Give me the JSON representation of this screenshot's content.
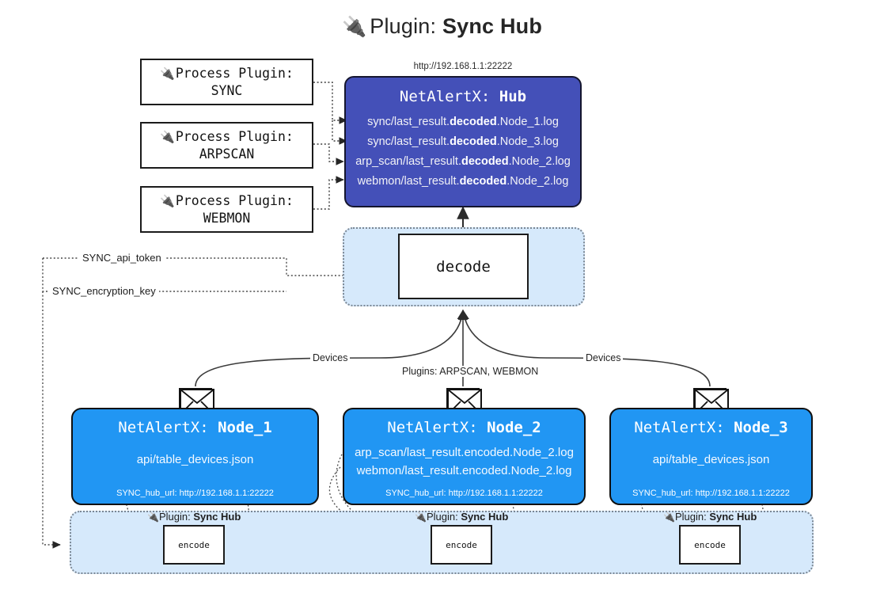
{
  "title": {
    "plug_icon": "plug-icon",
    "plug_glyph": "🔌",
    "prefix": "Plugin: ",
    "name": "Sync Hub"
  },
  "process_plugins": [
    {
      "line1": "Process Plugin:",
      "line2": "SYNC"
    },
    {
      "line1": "Process Plugin:",
      "line2": "ARPSCAN"
    },
    {
      "line1": "Process Plugin:",
      "line2": "WEBMON"
    }
  ],
  "hub": {
    "url": "http://192.168.1.1:22222",
    "prefix": "NetAlertX: ",
    "name": "Hub",
    "logs": [
      {
        "pre": "sync/last_result.",
        "em": "decoded",
        "post": ".Node_1.log"
      },
      {
        "pre": "sync/last_result.",
        "em": "decoded",
        "post": ".Node_3.log"
      },
      {
        "pre": "arp_scan/last_result.",
        "em": "decoded",
        "post": ".Node_2.log"
      },
      {
        "pre": "webmon/last_result.",
        "em": "decoded",
        "post": ".Node_2.log"
      }
    ]
  },
  "decode": {
    "label": "decode"
  },
  "secrets": {
    "api_token": "SYNC_api_token",
    "encryption_key": "SYNC_encryption_key"
  },
  "edge_labels": {
    "left_devices": "Devices",
    "center_plugins": "Plugins: ARPSCAN, WEBMON",
    "right_devices": "Devices"
  },
  "nodes": [
    {
      "prefix": "NetAlertX: ",
      "name": "Node_1",
      "lines": [
        "api/table_devices.json"
      ],
      "hub_url": "SYNC_hub_url: http://192.168.1.1:22222",
      "plugin_prefix": "Plugin: ",
      "plugin_name": "Sync Hub",
      "encode": "encode",
      "envelope_icon": "envelope-icon"
    },
    {
      "prefix": "NetAlertX: ",
      "name": "Node_2",
      "lines": [
        "arp_scan/last_result.encoded.Node_2.log",
        "webmon/last_result.encoded.Node_2.log"
      ],
      "hub_url": "SYNC_hub_url: http://192.168.1.1:22222",
      "plugin_prefix": "Plugin: ",
      "plugin_name": "Sync Hub",
      "encode": "encode",
      "envelope_icon": "envelope-icon"
    },
    {
      "prefix": "NetAlertX: ",
      "name": "Node_3",
      "lines": [
        "api/table_devices.json"
      ],
      "hub_url": "SYNC_hub_url: http://192.168.1.1:22222",
      "plugin_prefix": "Plugin: ",
      "plugin_name": "Sync Hub",
      "encode": "encode",
      "envelope_icon": "envelope-icon"
    }
  ],
  "colors": {
    "hub_fill": "#4450b8",
    "node_fill": "#2196f3",
    "container_fill": "#d6e9fb",
    "container_border": "#7b8794",
    "stroke": "#1b1b1b",
    "background": "#ffffff"
  }
}
